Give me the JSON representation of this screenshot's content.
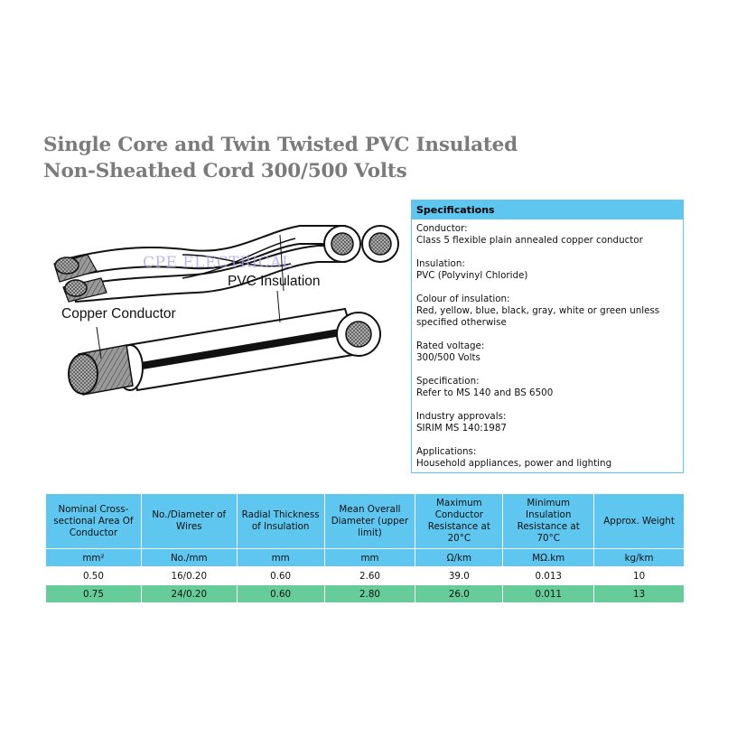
{
  "title": {
    "line1": "Single Core and Twin Twisted PVC Insulated",
    "line2": "Non-Sheathed Cord 300/500 Volts"
  },
  "illustration": {
    "watermark": "CPE ELECTRICAL",
    "label_pvc": "PVC Insulation",
    "label_copper": "Copper Conductor"
  },
  "specifications": {
    "heading": "Specifications",
    "items": [
      {
        "label": "Conductor:",
        "value": "Class 5 flexible plain annealed copper conductor"
      },
      {
        "label": "Insulation:",
        "value": "PVC (Polyvinyl Chloride)"
      },
      {
        "label": "Colour of insulation:",
        "value": "Red, yellow, blue, black, gray, white or green unless specified otherwise"
      },
      {
        "label": "Rated voltage:",
        "value": "300/500 Volts"
      },
      {
        "label": "Specification:",
        "value": "Refer to MS 140 and BS 6500"
      },
      {
        "label": "Industry approvals:",
        "value": "SIRIM MS 140:1987"
      },
      {
        "label": "Applications:",
        "value": "Household appliances, power and lighting"
      }
    ]
  },
  "table": {
    "headers": [
      "Nominal Cross-sectional Area Of Conductor",
      "No./Diameter of Wires",
      "Radial Thickness of Insulation",
      "Mean Overall Diameter (upper limit)",
      "Maximum Conductor Resistance at 20°C",
      "Minimum Insulation Resistance at 70°C",
      "Approx. Weight"
    ],
    "units": [
      "mm²",
      "No./mm",
      "mm",
      "mm",
      "Ω/km",
      "MΩ.km",
      "kg/km"
    ],
    "rows": [
      [
        "0.50",
        "16/0.20",
        "0.60",
        "2.60",
        "39.0",
        "0.013",
        "10"
      ],
      [
        "0.75",
        "24/0.20",
        "0.60",
        "2.80",
        "26.0",
        "0.011",
        "13"
      ]
    ]
  },
  "colors": {
    "accent_blue": "#5ec6ef",
    "accent_green": "#66cc99",
    "title_gray": "#7b7b7b"
  }
}
